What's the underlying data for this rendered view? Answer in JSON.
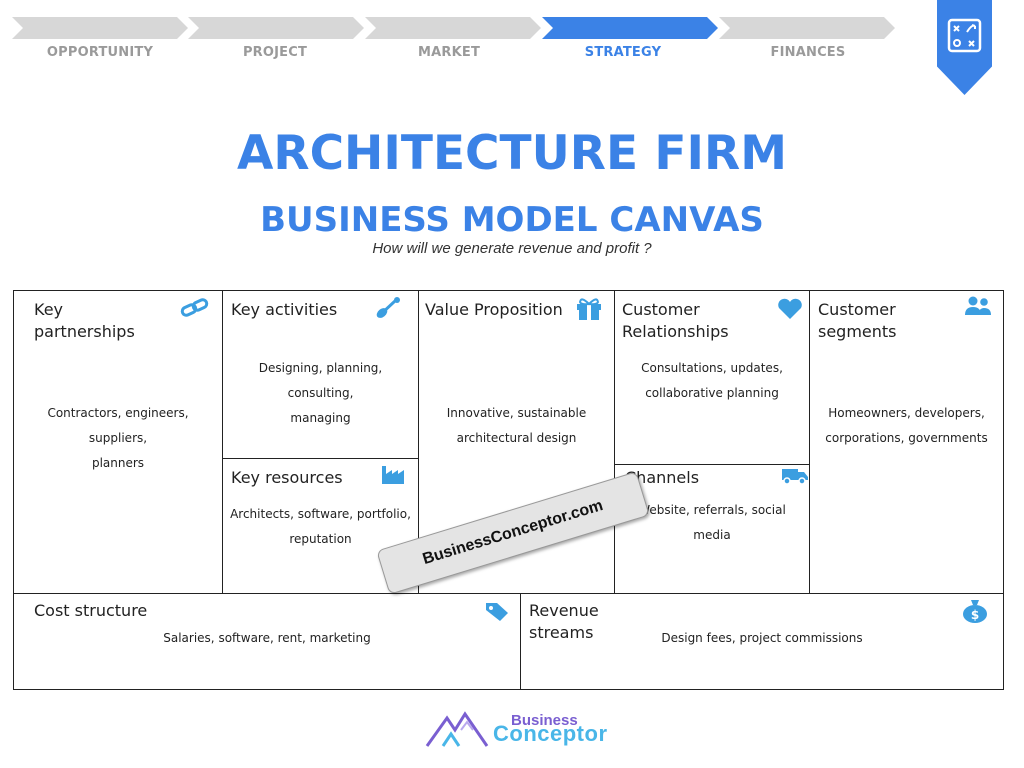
{
  "colors": {
    "accent": "#3b82e6",
    "step_inactive": "#d7d7d7",
    "step_label_inactive": "#9a9a9a",
    "icon": "#3b9ee0"
  },
  "steps": [
    {
      "label": "OPPORTUNITY",
      "active": false
    },
    {
      "label": "PROJECT",
      "active": false
    },
    {
      "label": "MARKET",
      "active": false
    },
    {
      "label": "STRATEGY",
      "active": true
    },
    {
      "label": "FINANCES",
      "active": false
    }
  ],
  "bookmark_icon": "strategy-board-icon",
  "title": "ARCHITECTURE FIRM",
  "subtitle": "BUSINESS MODEL CANVAS",
  "question": "How will we generate revenue and profit ?",
  "canvas": {
    "key_partnerships": {
      "title": "Key\npartnerships",
      "body": "Contractors, engineers, suppliers,\nplanners",
      "icon": "link-icon"
    },
    "key_activities": {
      "title": "Key activities",
      "body": "Designing, planning, consulting,\nmanaging",
      "icon": "shovel-icon"
    },
    "key_resources": {
      "title": "Key resources",
      "body": "Architects, software, portfolio,\nreputation",
      "icon": "factory-icon"
    },
    "value_proposition": {
      "title": "Value Proposition",
      "body": "Innovative, sustainable\narchitectural design",
      "icon": "gift-icon"
    },
    "customer_relationships": {
      "title": "Customer\nRelationships",
      "body": "Consultations, updates,\ncollaborative planning",
      "icon": "heart-icon"
    },
    "channels": {
      "title": "Channels",
      "body": "Website, referrals, social media",
      "icon": "truck-icon"
    },
    "customer_segments": {
      "title": "Customer\nsegments",
      "body": "Homeowners, developers,\ncorporations, governments",
      "icon": "users-icon"
    },
    "cost_structure": {
      "title": "Cost structure",
      "body": "Salaries, software, rent, marketing",
      "icon": "tag-icon"
    },
    "revenue_streams": {
      "title": "Revenue\nstreams",
      "body": "Design fees, project commissions",
      "icon": "money-bag-icon"
    }
  },
  "watermark": "BusinessConceptor.com",
  "logo": {
    "line1": "Business",
    "line2": "Conceptor"
  }
}
